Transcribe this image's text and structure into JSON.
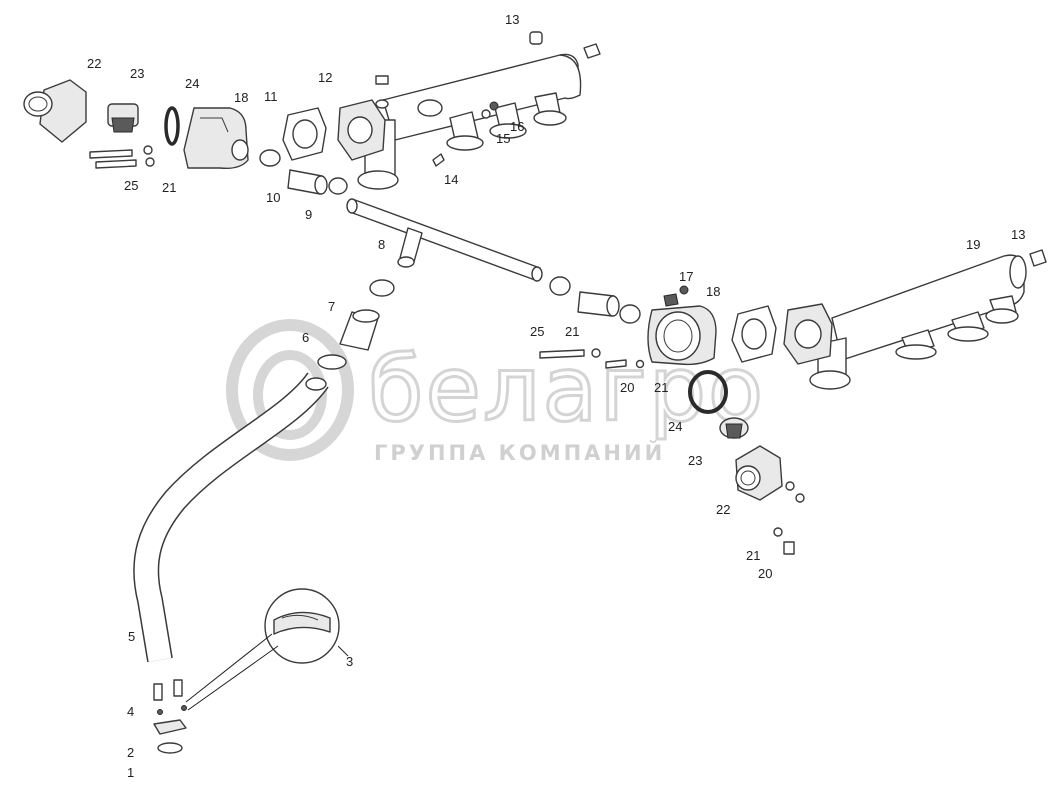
{
  "watermark": {
    "brand": "белагро",
    "subtitle": "ГРУППА КОМПАНИЙ"
  },
  "labels": {
    "n22a": "22",
    "n23a": "23",
    "n24a": "24",
    "n18a": "18",
    "n11": "11",
    "n12": "12",
    "n13a": "13",
    "n25a": "25",
    "n21a": "21",
    "n10": "10",
    "n9": "9",
    "n16": "16",
    "n15": "15",
    "n14": "14",
    "n8": "8",
    "n7": "7",
    "n6": "6",
    "n5": "5",
    "n3": "3",
    "n4": "4",
    "n2": "2",
    "n1": "1",
    "n19": "19",
    "n13b": "13",
    "n17": "17",
    "n18b": "18",
    "n25b": "25",
    "n21b": "21",
    "n20a": "20",
    "n21c": "21",
    "n24b": "24",
    "n23b": "23",
    "n22b": "22",
    "n21d": "21",
    "n20b": "20"
  }
}
